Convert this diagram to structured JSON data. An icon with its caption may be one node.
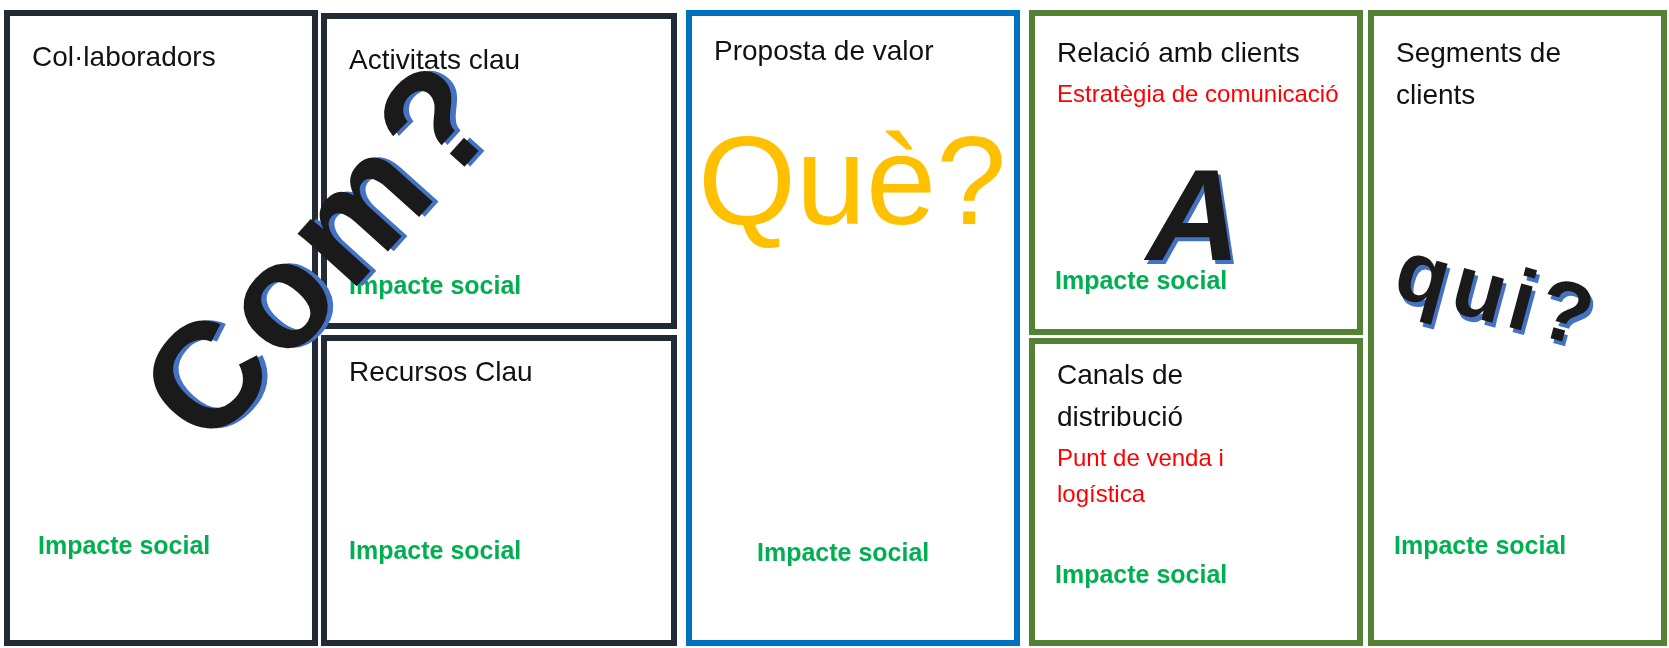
{
  "diagram": {
    "nodes": [
      {
        "text": [
          "Col·laboradors",
          "Impacte social"
        ]
      },
      {
        "text": [
          "Activitats clau",
          "Impacte social"
        ]
      },
      {
        "text": [
          "Recursos Clau",
          "Impacte social"
        ]
      },
      {
        "text": [
          "Proposta de valor",
          "Impacte social"
        ]
      },
      {
        "text": [
          "Relació amb clients",
          "Estratègia de comunicació",
          "Impacte social"
        ]
      },
      {
        "text": [
          "Canals de distribució",
          "Punt de venda i logística",
          "Impacte social"
        ]
      },
      {
        "text": [
          "Segments de clients",
          "Impacte social"
        ]
      }
    ],
    "labels": [
      "Com?",
      "Què?",
      "A",
      "qui?"
    ]
  }
}
